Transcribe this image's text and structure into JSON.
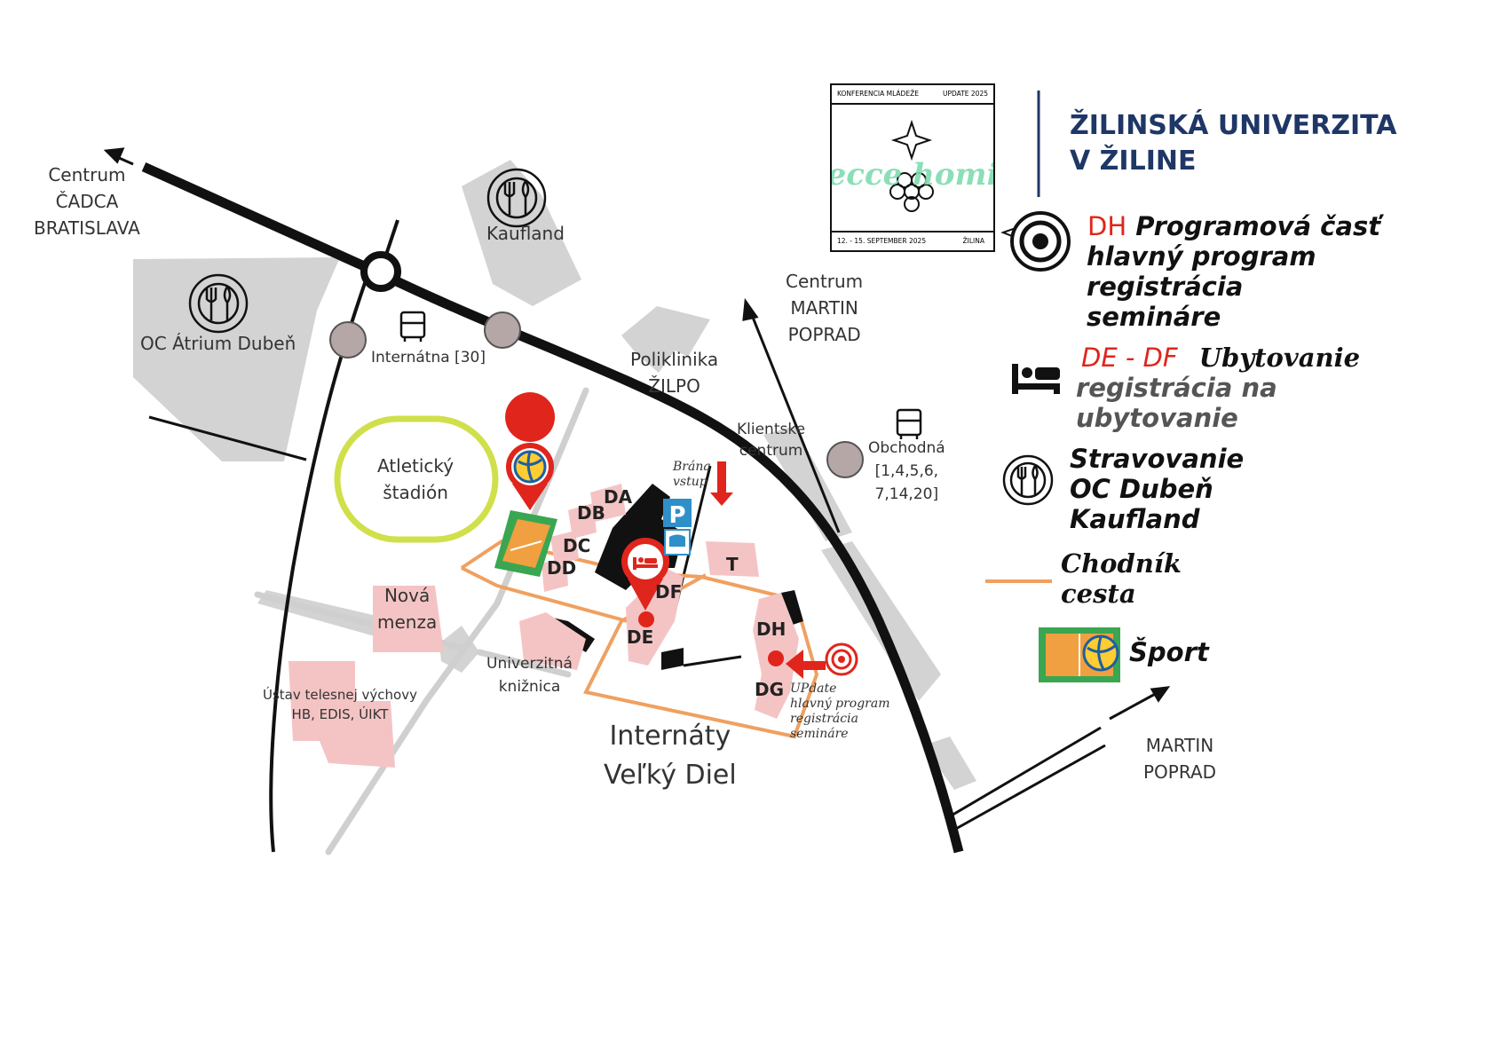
{
  "places": {
    "centrum_cadca": [
      "Centrum",
      "ČADCA",
      "BRATISLAVA"
    ],
    "kaufland": "Kaufland",
    "oc_atrium": "OC Átrium Dubeň",
    "internatna": "Internátna [30]",
    "poliklinika": [
      "Poliklinika",
      "ŽILPO"
    ],
    "centrum_martin": [
      "Centrum",
      "MARTIN",
      "POPRAD"
    ],
    "klientske": [
      "Klientske",
      "centrum"
    ],
    "obchodna": [
      "Obchodná",
      "[1,4,5,6,",
      "7,14,20]"
    ],
    "stadion": [
      "Atletický",
      "štadión"
    ],
    "brana": [
      "Brána",
      "vstup"
    ],
    "nova_menza": [
      "Nová",
      "menza"
    ],
    "univ_kniznica": [
      "Univerzitná",
      "knižnica"
    ],
    "ustav": [
      "Ústav telesnej výchovy",
      "HB, EDIS, ÚIKT"
    ],
    "internaty": [
      "Internáty",
      "Veľký Diel"
    ],
    "martin_poprad": [
      "MARTIN",
      "POPRAD"
    ],
    "update_note": [
      "UPdate",
      "hlavný program",
      "registrácia",
      "semináre"
    ]
  },
  "blocks": {
    "da": "DA",
    "db": "DB",
    "dc": "DC",
    "dd": "DD",
    "de": "DE",
    "df": "DF",
    "dh": "DH",
    "dg": "DG",
    "t": "T"
  },
  "parking": "P",
  "logo": {
    "top_left": "KONFERENCIA MLÁDEŽE",
    "top_right": "UPDATE 2025",
    "bottom_left": "12. - 15. SEPTEMBER 2025",
    "bottom_right": "ŽILINA",
    "script": "ecce homi"
  },
  "university": [
    "ŽILINSKÁ UNIVERZITA",
    "V ŽILINE"
  ],
  "legend": {
    "dh_code": "DH",
    "dh_title": "Programová časť",
    "dh_lines": [
      "hlavný program",
      "registrácia",
      "semináre"
    ],
    "de_code": "DE - DF",
    "de_title": "Ubytovanie",
    "de_lines": [
      "registrácia na",
      "ubytovanie"
    ],
    "food_lines": [
      "Stravovanie",
      "OC Dubeň",
      "Kaufland"
    ],
    "path_lines": [
      "Chodník",
      "cesta"
    ],
    "sport": "Šport"
  },
  "colors": {
    "road": "#111111",
    "building_grey": "#d3d3d3",
    "dorm_pink": "#f4c4c4",
    "path_orange": "#f0a060",
    "stadium_ring": "#cfe04a",
    "accent_red": "#e0251c",
    "parking_blue": "#2f8fc9",
    "court_green": "#3aa651",
    "court_orange": "#f0a040",
    "uni_navy": "#1f3766",
    "logo_mint": "#7fdcb0"
  }
}
